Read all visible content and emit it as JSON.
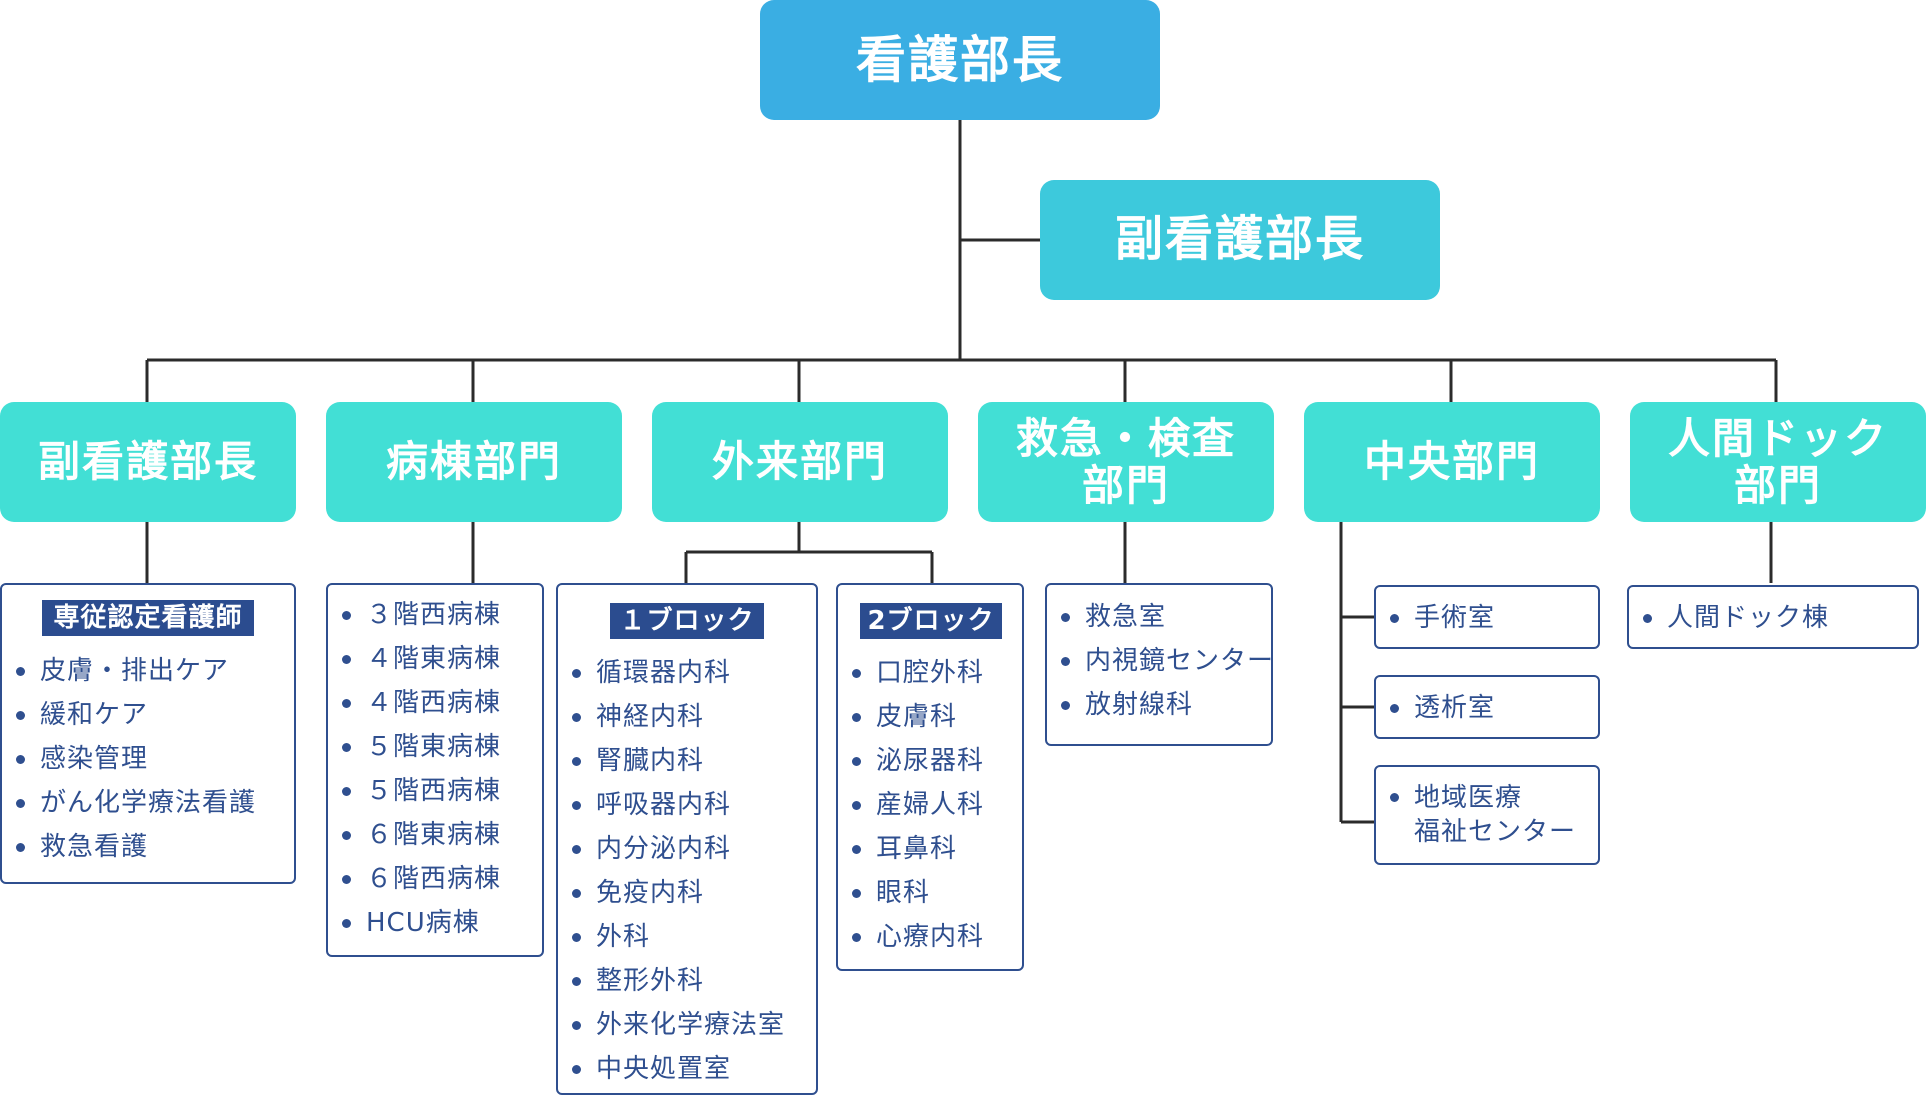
{
  "director": "看護部長",
  "deputy": "副看護部長",
  "departments": [
    {
      "label": "副看護部長"
    },
    {
      "label": "病棟部門"
    },
    {
      "label": "外来部門"
    },
    {
      "label": "救急・検査",
      "label2": "部門"
    },
    {
      "label": "中央部門"
    },
    {
      "label": "人間ドック",
      "label2": "部門"
    }
  ],
  "deputy_box": {
    "header": "専従認定看護師",
    "items": [
      "皮膚・排出ケア",
      "緩和ケア",
      "感染管理",
      "がん化学療法看護",
      "救急看護"
    ]
  },
  "ward_box": {
    "items": [
      "３階西病棟",
      "４階東病棟",
      "４階西病棟",
      "５階東病棟",
      "５階西病棟",
      "６階東病棟",
      "６階西病棟",
      "HCU病棟"
    ]
  },
  "outpatient_block1": {
    "header": "１ブロック",
    "items": [
      "循環器内科",
      "神経内科",
      "腎臓内科",
      "呼吸器内科",
      "内分泌内科",
      "免疫内科",
      "外科",
      "整形外科",
      "外来化学療法室",
      "中央処置室"
    ]
  },
  "outpatient_block2": {
    "header": "2ブロック",
    "items": [
      "口腔外科",
      "皮膚科",
      "泌尿器科",
      "産婦人科",
      "耳鼻科",
      "眼科",
      "心療内科"
    ]
  },
  "emergency_box": {
    "items": [
      "救急室",
      "内視鏡センター",
      "放射線科"
    ]
  },
  "central_boxes": [
    {
      "lines": [
        "手術室"
      ]
    },
    {
      "lines": [
        "透析室"
      ]
    },
    {
      "lines": [
        "地域医療",
        "福祉センター"
      ]
    }
  ],
  "dock_box": {
    "items": [
      "人間ドック棟"
    ]
  },
  "colors": {
    "director_fill": "#3aaee3",
    "deputy_fill": "#3dc9dc",
    "department_fill": "#42dfd5",
    "list_text": "#2f4f8f",
    "connector": "#2b2b2b"
  }
}
